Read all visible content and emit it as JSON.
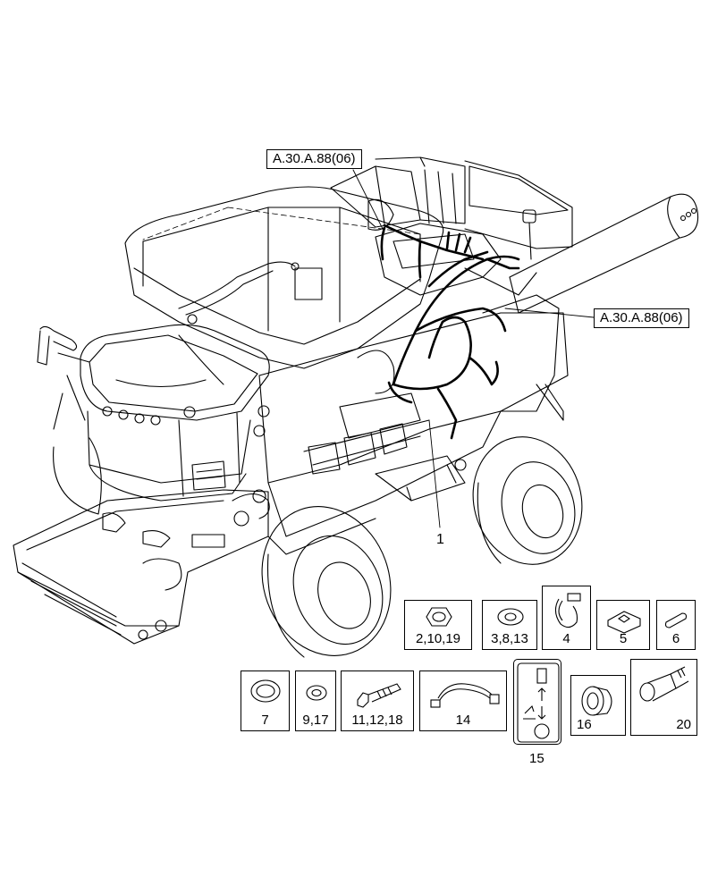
{
  "references": {
    "top": "A.30.A.88(06)",
    "right": "A.30.A.88(06)"
  },
  "callouts": {
    "harness": "1"
  },
  "parts": [
    {
      "id": "nut",
      "label": "2,10,19",
      "icon": "hex-nut-icon"
    },
    {
      "id": "washer",
      "label": "3,8,13",
      "icon": "flat-washer-icon"
    },
    {
      "id": "clamp",
      "label": "4",
      "icon": "cable-clamp-icon"
    },
    {
      "id": "bracket",
      "label": "5",
      "icon": "bracket-icon"
    },
    {
      "id": "pin",
      "label": "6",
      "icon": "pin-icon"
    },
    {
      "id": "grommet",
      "label": "7",
      "icon": "grommet-icon"
    },
    {
      "id": "lockwasher",
      "label": "9,17",
      "icon": "lock-washer-icon"
    },
    {
      "id": "bolt",
      "label": "11,12,18",
      "icon": "bolt-icon"
    },
    {
      "id": "wire",
      "label": "14",
      "icon": "wire-harness-icon"
    },
    {
      "id": "decal",
      "label": "15",
      "icon": "decal-icon"
    },
    {
      "id": "cap",
      "label": "16",
      "icon": "protective-cap-icon"
    },
    {
      "id": "sensor",
      "label": "20",
      "icon": "sensor-icon"
    }
  ]
}
